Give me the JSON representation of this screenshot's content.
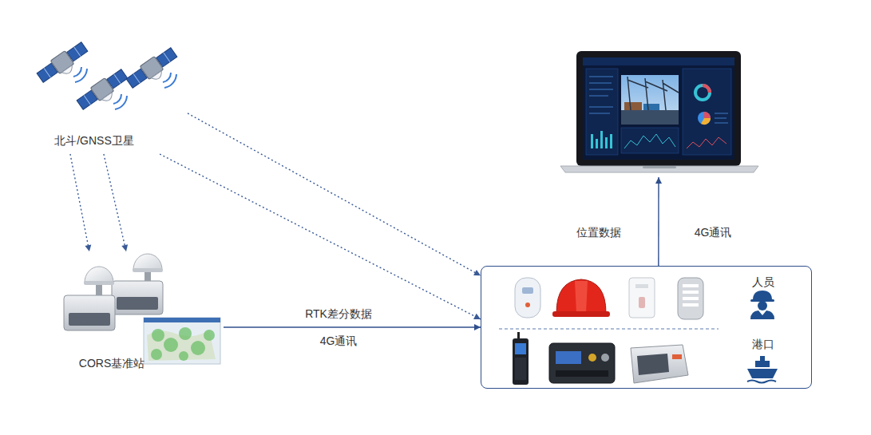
{
  "diagram": {
    "nodes": [
      {
        "text": [
          "北斗/GNSS卫星"
        ]
      },
      {
        "text": [
          "CORS基准站"
        ]
      },
      {
        "text": []
      },
      {
        "text": [
          "人员",
          "港口"
        ]
      }
    ],
    "edges": [
      {
        "from": 0,
        "to": 1,
        "arrow": "to"
      },
      {
        "from": 0,
        "to": 1,
        "arrow": "to"
      },
      {
        "from": 0,
        "to": 3,
        "arrow": "to"
      },
      {
        "from": 0,
        "to": 3,
        "arrow": "to"
      },
      {
        "from": 1,
        "to": 3,
        "label": "RTK差分数据",
        "arrow": "to"
      },
      {
        "from": 3,
        "to": 2,
        "label": "位置数据",
        "arrow": "to"
      }
    ],
    "labels": [
      "4G通讯",
      "4G通讯"
    ]
  }
}
